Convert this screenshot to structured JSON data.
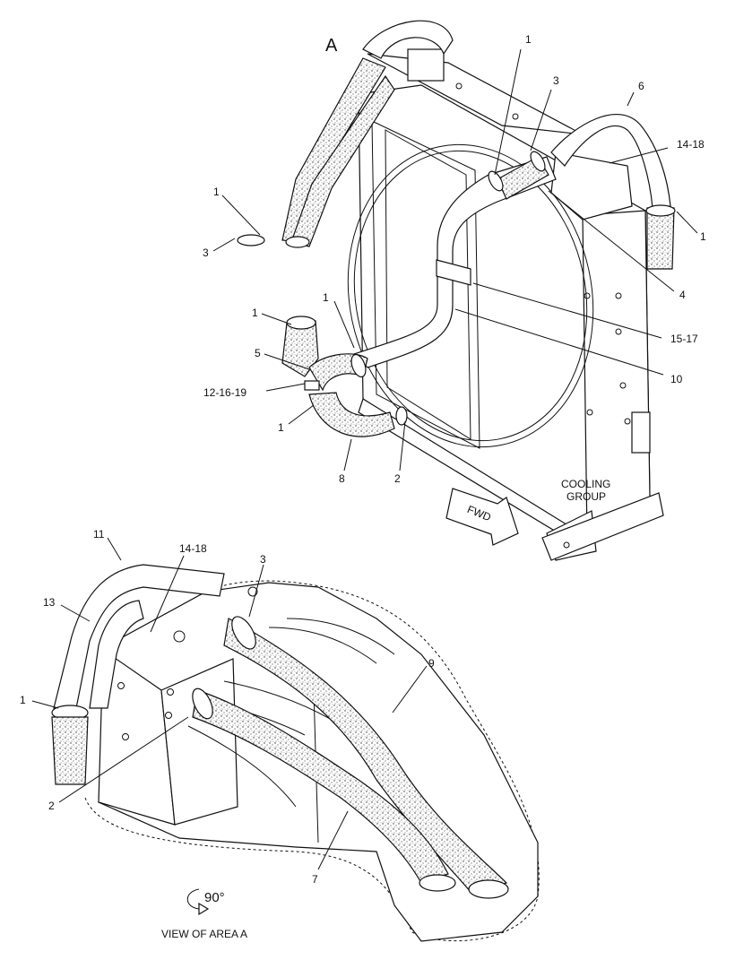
{
  "figure": {
    "area_marker": "A",
    "fwd_label": "FWD",
    "cooling_group_line1": "COOLING",
    "cooling_group_line2": "GROUP",
    "rotation_label": "90°",
    "view_label": "VIEW OF AREA A"
  },
  "callouts_top": {
    "c1_top": "1",
    "c3_top": "3",
    "c6": "6",
    "c14_18_top": "14-18",
    "c1_left": "1",
    "c3_left": "3",
    "c1_right": "1",
    "c4": "4",
    "c1_mid": "1",
    "c15_17": "15-17",
    "c1_inlet": "1",
    "c5": "5",
    "c10": "10",
    "c12_16_19": "12-16-19",
    "c1_low": "1",
    "c8": "8",
    "c2_top": "2"
  },
  "callouts_bottom": {
    "c11": "11",
    "c14_18_bot": "14-18",
    "c3_bot": "3",
    "c13": "13",
    "c9": "9",
    "c1_bot": "1",
    "c2_bot": "2",
    "c7": "7"
  }
}
